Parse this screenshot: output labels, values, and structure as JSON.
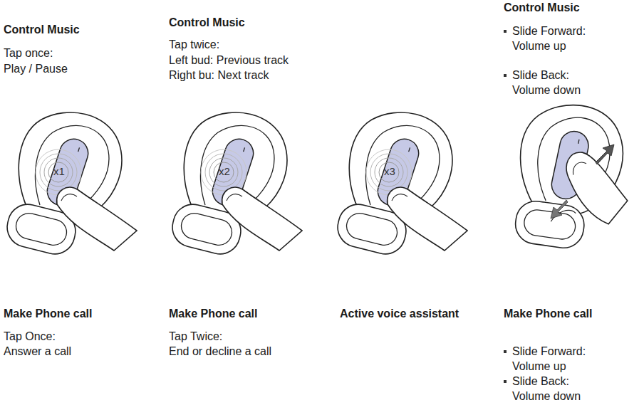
{
  "diagram": {
    "labels": [
      "Control Music",
      "Tap once:",
      "Play / Pause",
      "Control Music",
      "Tap twice:",
      "Left bud: Previous track",
      "Right bu: Next track",
      "Control Music",
      "Slide Forward:",
      "Volume up",
      "Slide Back:",
      "Volume down",
      "x1",
      "x2",
      "x3",
      "Make Phone call",
      "Tap Once:",
      "Answer a call",
      "Make Phone call",
      "Tap Twice:",
      "End or decline a call",
      "Active voice assistant",
      "Make Phone call",
      "Slide Forward:",
      "Volume up",
      "Slide Back:",
      "Volume down"
    ]
  }
}
